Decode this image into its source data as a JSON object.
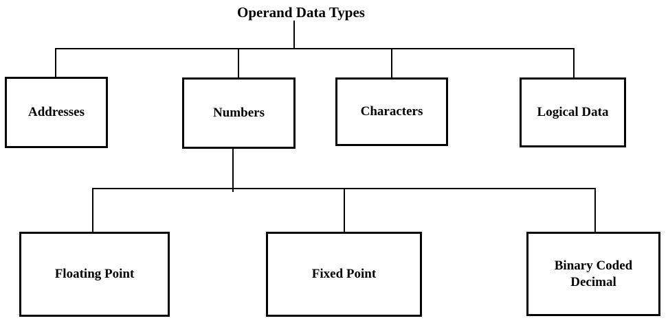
{
  "diagram": {
    "title": "Operand Data Types",
    "colors": {
      "line": "#000000",
      "text": "#000000",
      "background": "#ffffff"
    },
    "nodes": {
      "addresses": {
        "label": "Addresses"
      },
      "numbers": {
        "label": "Numbers"
      },
      "characters": {
        "label": "Characters"
      },
      "logical_data": {
        "label": "Logical Data"
      },
      "floating_point": {
        "label": "Floating Point"
      },
      "fixed_point": {
        "label": "Fixed Point"
      },
      "binary_coded_decimal": {
        "label": "Binary Coded Decimal"
      }
    },
    "hierarchy": {
      "root": "Operand Data Types",
      "root_children": [
        "Addresses",
        "Numbers",
        "Characters",
        "Logical Data"
      ],
      "numbers_children": [
        "Floating Point",
        "Fixed Point",
        "Binary Coded Decimal"
      ]
    }
  }
}
